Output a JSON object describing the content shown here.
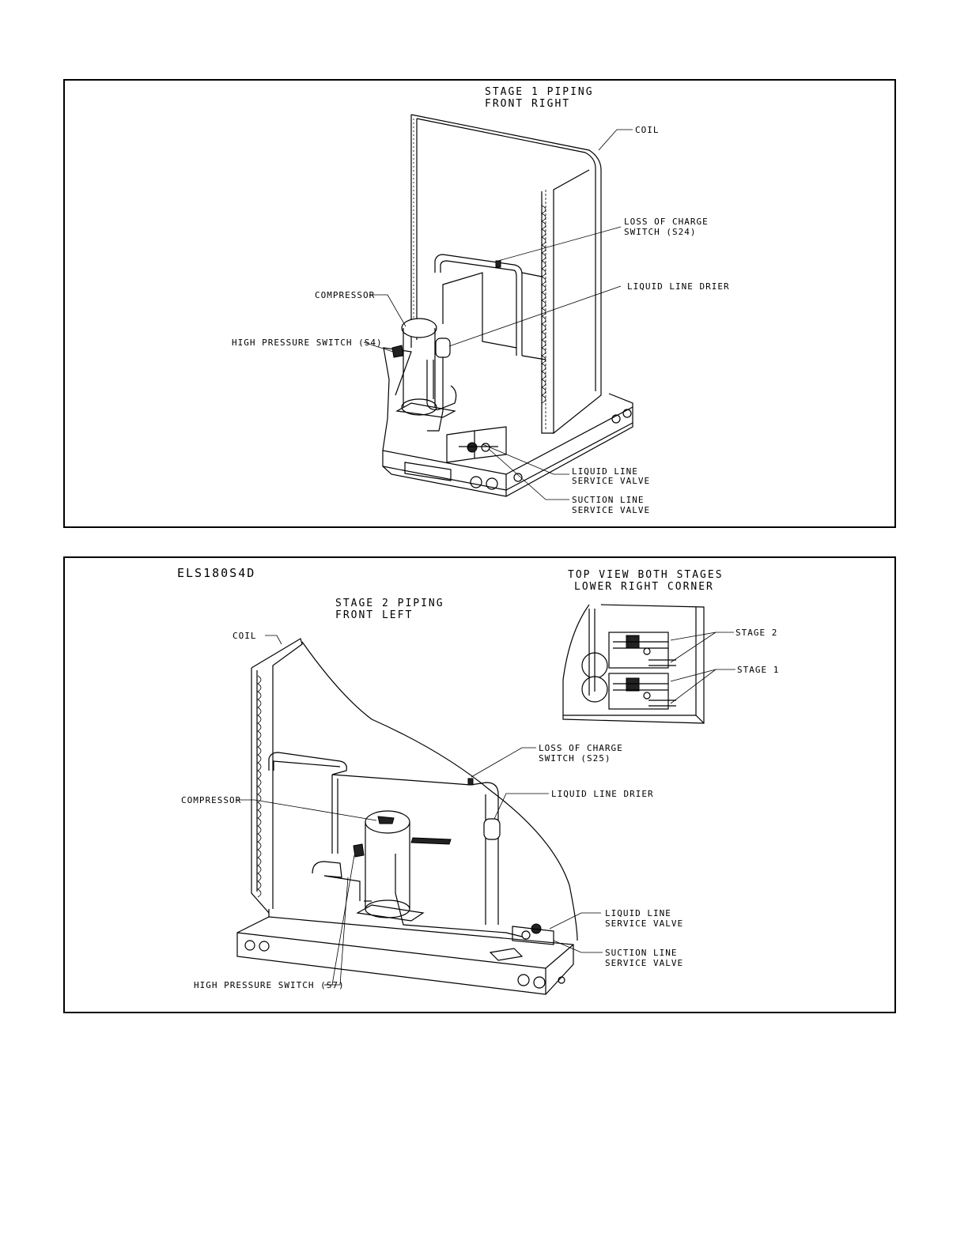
{
  "top_panel": {
    "title_line1": "STAGE 1 PIPING",
    "title_line2": "FRONT RIGHT",
    "labels": {
      "coil": "COIL",
      "loss_of_charge_1": "LOSS OF CHARGE",
      "loss_of_charge_2": "SWITCH (S24)",
      "liquid_line_drier": "LIQUID LINE DRIER",
      "compressor": "COMPRESSOR",
      "high_pressure_switch": "HIGH PRESSURE SWITCH (S4)",
      "liquid_valve_1": "LIQUID LINE",
      "liquid_valve_2": "SERVICE VALVE",
      "suction_valve_1": "SUCTION LINE",
      "suction_valve_2": "SERVICE VALVE"
    }
  },
  "bottom_panel": {
    "model": "ELS180S4D",
    "title_line1": "STAGE 2 PIPING",
    "title_line2": "FRONT LEFT",
    "inset_title_line1": "TOP VIEW BOTH STAGES",
    "inset_title_line2": "LOWER RIGHT CORNER",
    "labels": {
      "stage2": "STAGE 2",
      "stage1": "STAGE 1",
      "coil": "COIL",
      "loss_of_charge_1": "LOSS OF CHARGE",
      "loss_of_charge_2": "SWITCH (S25)",
      "liquid_line_drier": "LIQUID LINE DRIER",
      "compressor": "COMPRESSOR",
      "liquid_valve_1": "LIQUID LINE",
      "liquid_valve_2": "SERVICE VALVE",
      "suction_valve_1": "SUCTION LINE",
      "suction_valve_2": "SERVICE VALVE",
      "high_pressure_switch": "HIGH PRESSURE SWITCH (S7)"
    }
  }
}
